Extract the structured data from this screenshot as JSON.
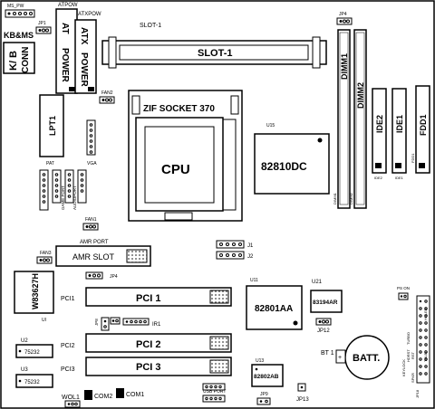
{
  "labels": {
    "ms_pw": "MS_PW",
    "jp1": "JP1",
    "atpow": "ATPOW",
    "atxpow": "ATXPOW",
    "kbms": "KB&MS",
    "kb_conn_1": "K/ B",
    "kb_conn_2": "CONN",
    "at_power_1": "AT",
    "at_power_2": "POWER",
    "atx_power_1": "ATX",
    "atx_power_2": "POWER",
    "slot1_small": "SLOT-1",
    "slot1_big": "SLOT-1",
    "jp4_top": "JP4",
    "dimm1": "DIMM1",
    "dimm2": "DIMM2",
    "dimm1_small": "DIMM1",
    "dimm2_small": "DIMM2",
    "ide2": "IDE2",
    "ide1": "IDE1",
    "ide2_small": "IDE2",
    "ide1_small": "IDE1",
    "fdd1": "FDD1",
    "fdd1_small": "FDD1",
    "fan2": "FAN2",
    "zif": "ZIF SOCKET 370",
    "cpu": "CPU",
    "u15": "U15",
    "chip_82810": "82810DC",
    "lpt1": "LPT1",
    "pat": "PAT",
    "vga": "VGA",
    "game_port": "GAME PORT",
    "audio_port": "AUDIOPORT",
    "fan1": "FAN1",
    "amr_port": "AMR PORT",
    "amr_slot": "AMR SLOT",
    "j1": "J1",
    "j2": "J2",
    "fan3": "FAN3",
    "w83627h": "W83627H",
    "ui": "UI",
    "jp4_mid": "JP4",
    "pci1_label": "PCI1",
    "pci1_slot": "PCI 1",
    "u11": "U11",
    "chip_82801": "82801AA",
    "u21": "U21",
    "chip_83194": "83194AR",
    "jp12": "JP12",
    "jp8": "JP8",
    "ir1": "IR1",
    "u2": "U2",
    "u3": "U3",
    "chip_75232_a": "75232",
    "chip_75232_b": "75232",
    "pci2_label": "PCI2",
    "pci2_slot": "PCI 2",
    "pci3_label": "PCI3",
    "pci3_slot": "PCI 3",
    "bt1": "BT 1",
    "batt": "BATT.",
    "u13": "U13",
    "chip_82802": "82802AB",
    "jp9": "JP9",
    "jp13": "JP13",
    "usb_port": "USB PORT",
    "wol1": "WOL1",
    "com2": "COM2",
    "com1": "COM1",
    "ps_on": "PS ON",
    "hdled": "HDLED",
    "turbo": "TURBO",
    "hdrst": "HDRST",
    "rst": "RST",
    "tbled": "TBLED",
    "keylock": "KEYLOCK",
    "spkr": "SPKR",
    "jp18": "JP18"
  }
}
